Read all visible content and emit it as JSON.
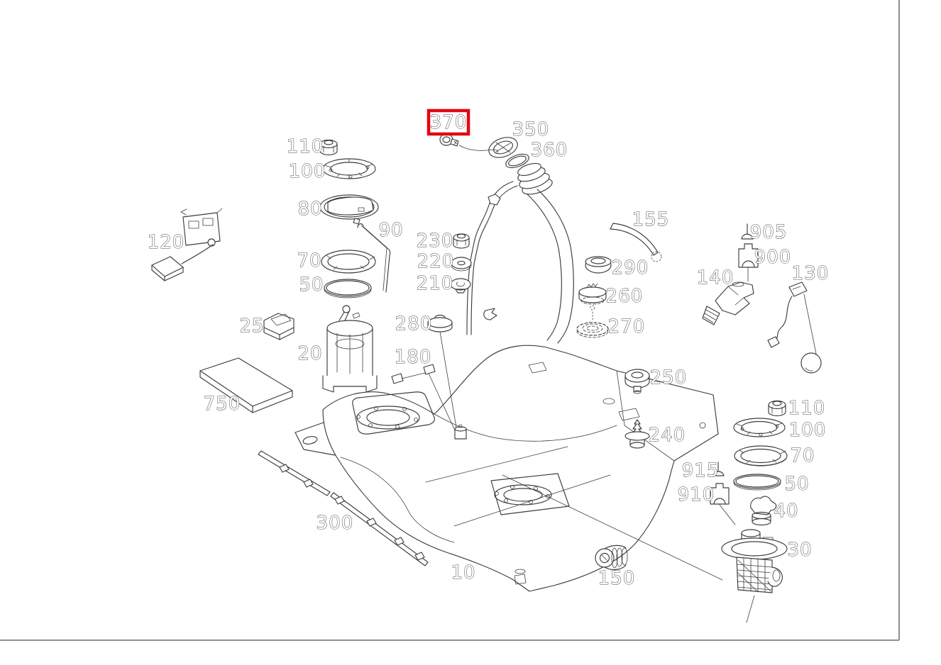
{
  "diagram": {
    "type": "exploded-parts-diagram",
    "subject": "fuel-tank-assembly",
    "background": "#ffffff",
    "line_color": "#3d3d3d",
    "callout_outline_color": "#4e4e4e",
    "frame_color": "#8f8f8f",
    "highlight_color": "#e30613",
    "highlighted_part": "370",
    "labels": [
      {
        "text": "370",
        "highlighted": true
      },
      {
        "text": "350"
      },
      {
        "text": "360"
      },
      {
        "text": "110"
      },
      {
        "text": "100"
      },
      {
        "text": "80"
      },
      {
        "text": "90"
      },
      {
        "text": "120"
      },
      {
        "text": "230"
      },
      {
        "text": "220"
      },
      {
        "text": "210"
      },
      {
        "text": "70"
      },
      {
        "text": "50"
      },
      {
        "text": "155"
      },
      {
        "text": "290"
      },
      {
        "text": "260"
      },
      {
        "text": "270"
      },
      {
        "text": "905"
      },
      {
        "text": "900"
      },
      {
        "text": "140"
      },
      {
        "text": "130"
      },
      {
        "text": "25"
      },
      {
        "text": "20"
      },
      {
        "text": "280"
      },
      {
        "text": "180"
      },
      {
        "text": "750"
      },
      {
        "text": "250"
      },
      {
        "text": "240"
      },
      {
        "text": "110"
      },
      {
        "text": "100"
      },
      {
        "text": "70"
      },
      {
        "text": "50"
      },
      {
        "text": "915"
      },
      {
        "text": "910"
      },
      {
        "text": "40"
      },
      {
        "text": "30"
      },
      {
        "text": "300"
      },
      {
        "text": "10"
      },
      {
        "text": "150"
      }
    ]
  }
}
